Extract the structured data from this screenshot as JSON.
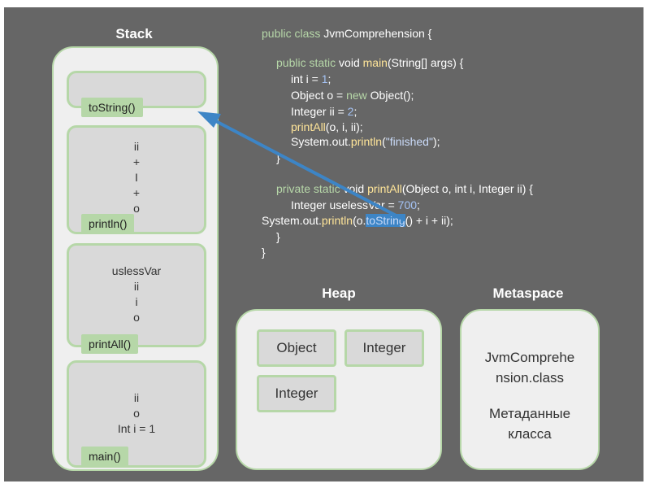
{
  "stack": {
    "title": "Stack",
    "frames": [
      {
        "label": "toString()",
        "vars": []
      },
      {
        "label": "println()",
        "vars": [
          "ii",
          "+",
          "I",
          "+",
          "o"
        ]
      },
      {
        "label": "printAll()",
        "vars": [
          "uslessVar",
          "ii",
          "i",
          "o"
        ]
      },
      {
        "label": "main()",
        "vars": [
          "ii",
          "o",
          "Int i = 1"
        ]
      }
    ]
  },
  "code": {
    "lines": [
      [
        [
          "k",
          "public class "
        ],
        [
          "t",
          "JvmComprehension {"
        ]
      ],
      [
        [
          "k",
          "public static "
        ],
        [
          "t",
          "void "
        ],
        [
          "m",
          "main"
        ],
        [
          "t",
          "(String[] args) {"
        ]
      ],
      [
        [
          "t",
          "int i = "
        ],
        [
          "n",
          "1"
        ],
        [
          "t",
          ";"
        ]
      ],
      [
        [
          "t",
          "Object o = "
        ],
        [
          "k",
          "new "
        ],
        [
          "t",
          "Object();"
        ]
      ],
      [
        [
          "t",
          "Integer ii = "
        ],
        [
          "n",
          "2"
        ],
        [
          "t",
          ";"
        ]
      ],
      [
        [
          "m",
          "printAll"
        ],
        [
          "t",
          "(o, i, ii);"
        ]
      ],
      [
        [
          "t",
          "System.out."
        ],
        [
          "m",
          "println"
        ],
        [
          "t",
          "("
        ],
        [
          "s",
          "\"finished\""
        ],
        [
          "t",
          ");"
        ]
      ],
      [
        [
          "t",
          "}"
        ]
      ],
      [
        [
          "k",
          "private static "
        ],
        [
          "t",
          "void "
        ],
        [
          "m",
          "printAll"
        ],
        [
          "t",
          "(Object o, int i, Integer ii) {"
        ]
      ],
      [
        [
          "t",
          "Integer uselessVar = "
        ],
        [
          "n",
          "700"
        ],
        [
          "t",
          ";"
        ]
      ],
      [
        [
          "t",
          "System.out."
        ],
        [
          "m",
          "println"
        ],
        [
          "t",
          "(o."
        ],
        [
          "hl",
          "toString"
        ],
        [
          "t",
          "() + i + ii);"
        ]
      ],
      [
        [
          "t",
          "}"
        ]
      ],
      [
        [
          "t",
          "}"
        ]
      ]
    ]
  },
  "heap": {
    "title": "Heap",
    "objects": [
      "Object",
      "Integer",
      "Integer"
    ]
  },
  "metaspace": {
    "title": "Metaspace",
    "line1": "JvmComprehe",
    "line2": "nsion.class",
    "line3": "Метаданные",
    "line4": "класса"
  },
  "colors": {
    "background": "#666666",
    "panel": "#efefef",
    "accent_green": "#b6d7a8",
    "frame_fill": "#d9d9d9",
    "keyword": "#b6d7a8",
    "method": "#ffe599",
    "number": "#a4c2f4",
    "arrow": "#3d85c6"
  }
}
